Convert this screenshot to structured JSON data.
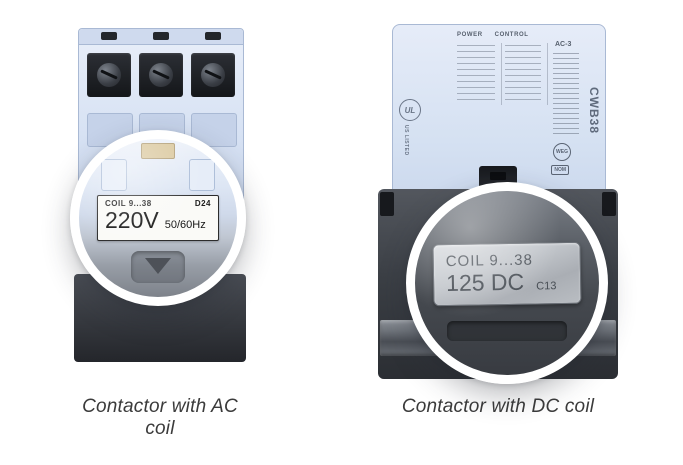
{
  "left": {
    "caption": "Contactor with AC coil",
    "magnifier": {
      "coil_text": "COIL 9...38",
      "code": "D24",
      "voltage": "220V",
      "frequency": "50/60Hz"
    }
  },
  "right": {
    "caption": "Contactor with DC coil",
    "panel": {
      "power_label": "POWER",
      "control_label": "CONTROL",
      "rating_label": "AC-3",
      "model": "CWB38",
      "ul_mark": "UL",
      "ul_listed": "US LISTED",
      "brand": "WEG",
      "nom_mark": "NOM"
    },
    "magnifier": {
      "coil_text": "COIL 9...38",
      "value": "125 DC",
      "code": "C13"
    }
  },
  "colors": {
    "housing_blue": "#d6e1f3",
    "base_gray": "#3c4046",
    "magnifier_ring": "#ffffff",
    "background": "#ffffff"
  }
}
